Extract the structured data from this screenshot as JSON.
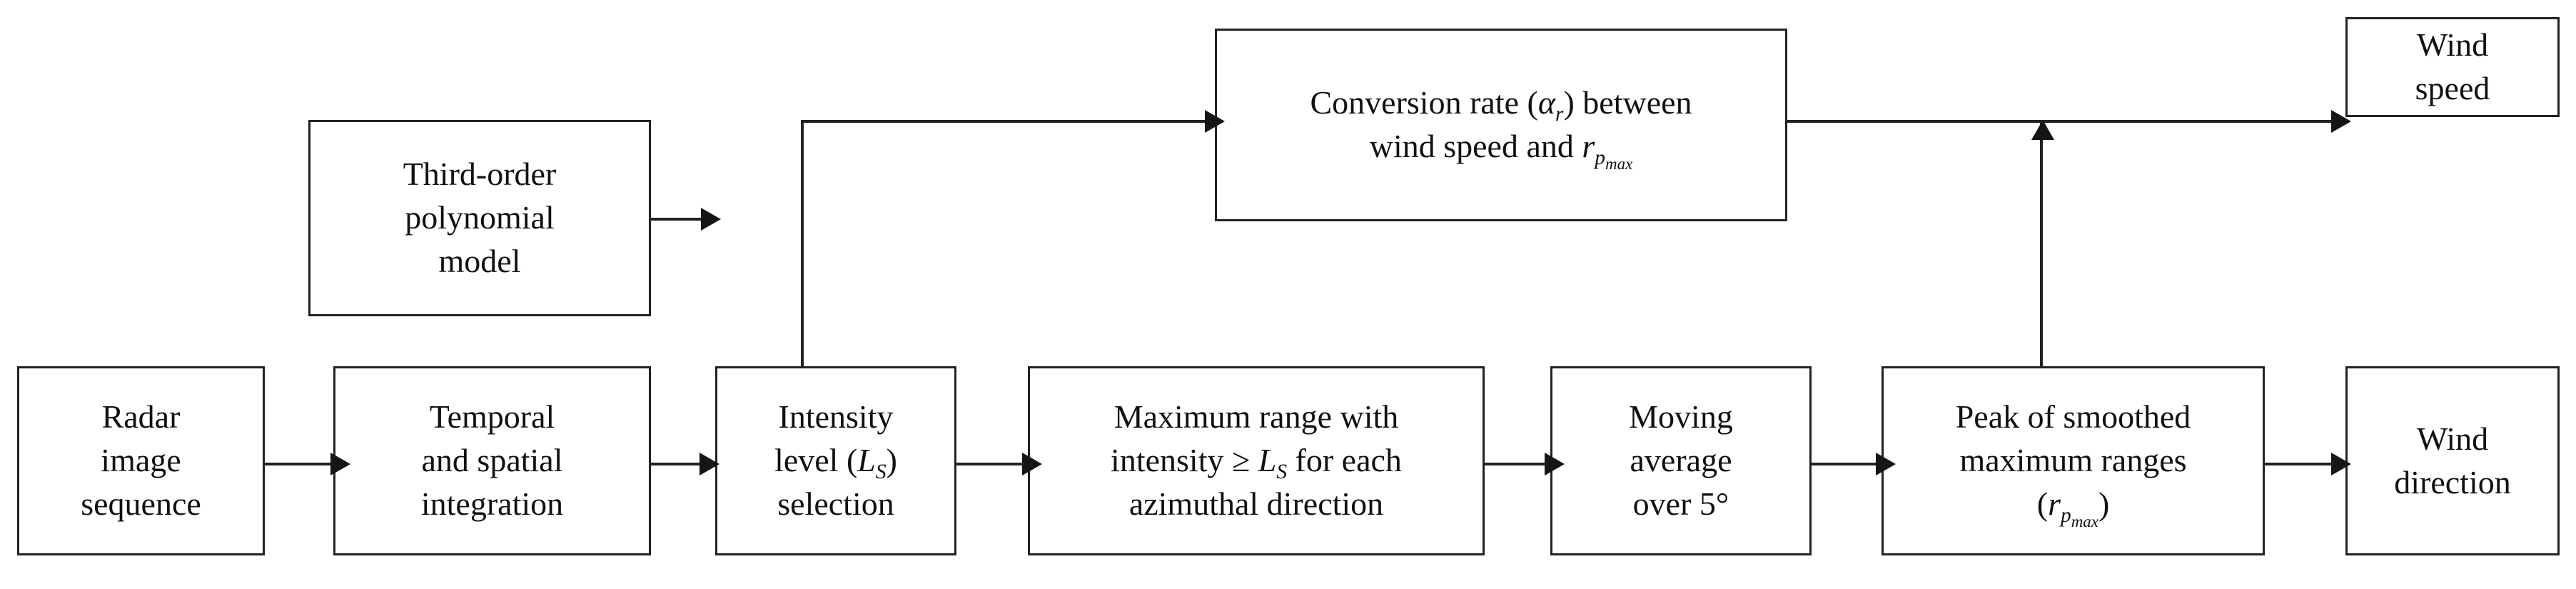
{
  "diagram": {
    "title": "Radar image wind speed and direction retrieval flowchart",
    "stroke_color": "#222222",
    "background_color": "#ffffff",
    "nodes": [
      {
        "id": "radar-image-sequence",
        "lines": [
          "Radar",
          "image",
          "sequence"
        ],
        "row": "bottom"
      },
      {
        "id": "temporal-and-spatial-integration",
        "lines": [
          "Temporal",
          "and spatial",
          "integration"
        ],
        "row": "bottom"
      },
      {
        "id": "intensity-level-selection",
        "lines": [
          "Intensity",
          "level (L_S)",
          "selection"
        ],
        "row": "bottom"
      },
      {
        "id": "maximum-range",
        "lines": [
          "Maximum range with",
          "intensity ≥ L_S for each",
          "azimuthal direction"
        ],
        "row": "bottom"
      },
      {
        "id": "moving-average",
        "lines": [
          "Moving",
          "average",
          "over 5°"
        ],
        "row": "bottom"
      },
      {
        "id": "peak-of-smoothed-maximum-ranges",
        "lines": [
          "Peak of smoothed",
          "maximum ranges",
          "(r_pmax)"
        ],
        "row": "bottom"
      },
      {
        "id": "wind-direction",
        "lines": [
          "Wind",
          "direction"
        ],
        "row": "bottom"
      },
      {
        "id": "third-order-polynomial-model",
        "lines": [
          "Third-order",
          "polynomial",
          "model"
        ],
        "row": "middle"
      },
      {
        "id": "conversion-rate",
        "lines": [
          "Conversion rate (α_r) between",
          "wind speed and r_pmax"
        ],
        "row": "top"
      },
      {
        "id": "wind-speed",
        "lines": [
          "Wind",
          "speed"
        ],
        "row": "top"
      }
    ],
    "edges": [
      {
        "from": "radar-image-sequence",
        "to": "temporal-and-spatial-integration",
        "kind": "horizontal-arrow"
      },
      {
        "from": "temporal-and-spatial-integration",
        "to": "intensity-level-selection",
        "kind": "horizontal-arrow"
      },
      {
        "from": "intensity-level-selection",
        "to": "maximum-range",
        "kind": "horizontal-arrow"
      },
      {
        "from": "maximum-range",
        "to": "moving-average",
        "kind": "horizontal-arrow"
      },
      {
        "from": "moving-average",
        "to": "peak-of-smoothed-maximum-ranges",
        "kind": "horizontal-arrow"
      },
      {
        "from": "peak-of-smoothed-maximum-ranges",
        "to": "wind-direction",
        "kind": "horizontal-arrow"
      },
      {
        "from": "third-order-polynomial-model",
        "to": "intensity-level-selection",
        "kind": "horizontal-arrow"
      },
      {
        "from": "intensity-level-selection",
        "to": "conversion-rate",
        "kind": "up-then-right-arrow"
      },
      {
        "from": "peak-of-smoothed-maximum-ranges",
        "to": "wind-speed-line",
        "kind": "up-arrow"
      },
      {
        "from": "conversion-rate",
        "to": "wind-speed",
        "kind": "horizontal-arrow"
      }
    ]
  },
  "labels": {
    "radar_l1": "Radar",
    "radar_l2": "image",
    "radar_l3": "sequence",
    "temporal_l1": "Temporal",
    "temporal_l2": "and spatial",
    "temporal_l3": "integration",
    "intensity_l1": "Intensity",
    "intensity_l2_pre": "level (",
    "intensity_l2_sym": "L",
    "intensity_l2_sub": "S",
    "intensity_l2_post": ")",
    "intensity_l3": "selection",
    "maxrange_l1": "Maximum range with",
    "maxrange_l2_pre": "intensity ≥ ",
    "maxrange_l2_sym": "L",
    "maxrange_l2_sub": "S",
    "maxrange_l2_post": " for each",
    "maxrange_l3": "azimuthal direction",
    "moving_l1": "Moving",
    "moving_l2": "average",
    "moving_l3": "over 5°",
    "peak_l1": "Peak of smoothed",
    "peak_l2": "maximum ranges",
    "peak_l3_pre": "(",
    "peak_l3_sym": "r",
    "peak_l3_sub_p": "p",
    "peak_l3_sub_max": "max",
    "peak_l3_post": ")",
    "winddir_l1": "Wind",
    "winddir_l2": "direction",
    "poly_l1": "Third-order",
    "poly_l2": "polynomial",
    "poly_l3": "model",
    "conv_l1_pre": "Conversion rate (",
    "conv_l1_sym": "α",
    "conv_l1_sub": "r",
    "conv_l1_post": ") between",
    "conv_l2_pre": "wind speed and ",
    "conv_l2_sym": "r",
    "conv_l2_sub_p": "p",
    "conv_l2_sub_max": "max",
    "windspeed_l1": "Wind",
    "windspeed_l2": "speed"
  }
}
